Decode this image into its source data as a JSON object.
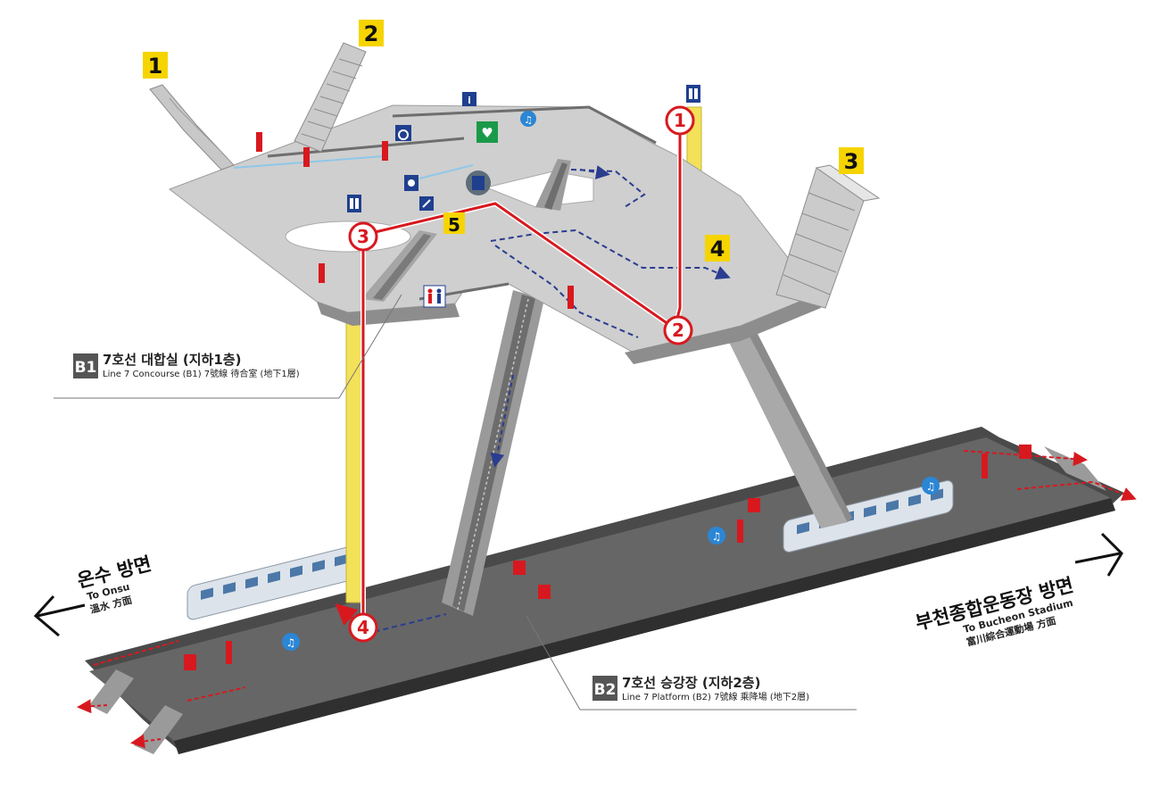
{
  "exits": [
    {
      "label": "1"
    },
    {
      "label": "2"
    },
    {
      "label": "3"
    },
    {
      "label": "4"
    },
    {
      "label": "5"
    }
  ],
  "route_steps": [
    "1",
    "2",
    "3",
    "4"
  ],
  "levels": {
    "b1": {
      "badge": "B1",
      "title": "7호선 대합실 (지하1층)",
      "subtitle": "Line 7 Concourse (B1) 7號線 待合室 (地下1層)"
    },
    "b2": {
      "badge": "B2",
      "title": "7호선 승강장 (지하2층)",
      "subtitle": "Line 7 Platform (B2) 7號線 乘降場 (地下2層)"
    }
  },
  "directions": {
    "left": {
      "ko": "온수 방면",
      "en": "To Onsu",
      "zh": "溫水 方面"
    },
    "right": {
      "ko": "부천종합운동장 방면",
      "en": "To Bucheon Stadium",
      "zh": "富川綜合運動場 方面"
    }
  },
  "colors": {
    "route": "#d7191f",
    "elevator_shaft": "#f3e15a",
    "exit_badge": "#f6d400",
    "concourse": "#cfcfcf",
    "platform": "#5c5c5c",
    "sign_blue": "#1f5aa6"
  },
  "icons": [
    "elevator-icon",
    "wheelchair-icon",
    "restroom-icon",
    "defibrillator-icon",
    "fire-extinguisher-icon",
    "emergency-phone-icon",
    "escalator-icon",
    "train-icon",
    "information-icon",
    "arrow-left-icon",
    "arrow-right-icon"
  ]
}
